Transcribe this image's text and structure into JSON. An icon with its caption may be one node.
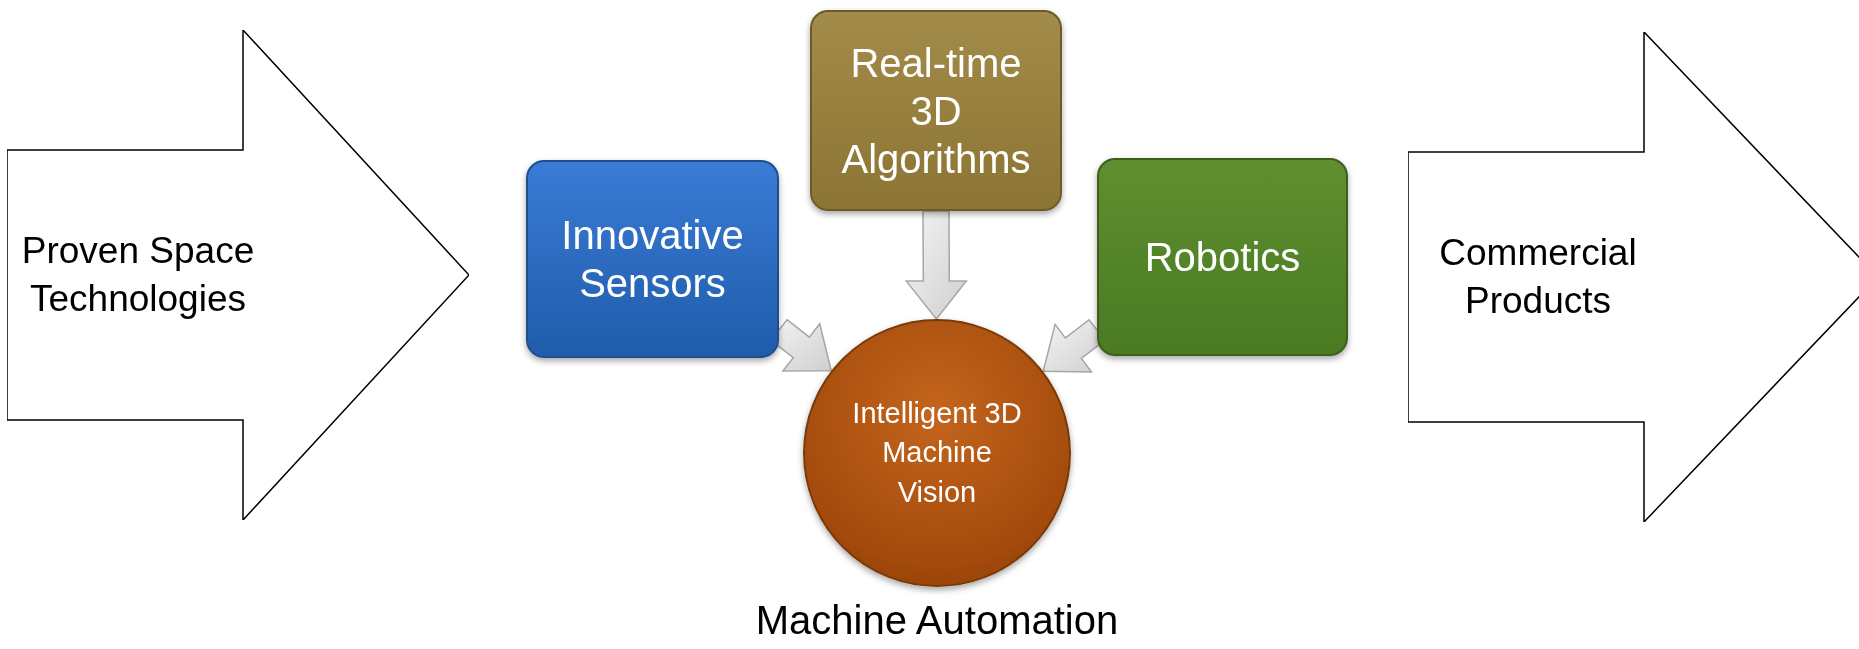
{
  "diagram": {
    "nodes": [
      {
        "text": [
          "Proven Space Technologies"
        ]
      },
      {
        "text": [
          "Innovative Sensors"
        ]
      },
      {
        "text": [
          "Real-time 3D Algorithms"
        ]
      },
      {
        "text": [
          "Robotics"
        ]
      },
      {
        "text": [
          "Intelligent 3D Machine Vision"
        ]
      },
      {
        "text": [
          "Commercial Products"
        ]
      }
    ],
    "edges": [
      {
        "from": 1,
        "to": 4,
        "arrow": "to",
        "style": "thick"
      },
      {
        "from": 2,
        "to": 4,
        "arrow": "to",
        "style": "thick"
      },
      {
        "from": 3,
        "to": 4,
        "arrow": "to",
        "style": "thick"
      }
    ],
    "labels": [
      "Machine Automation"
    ]
  }
}
